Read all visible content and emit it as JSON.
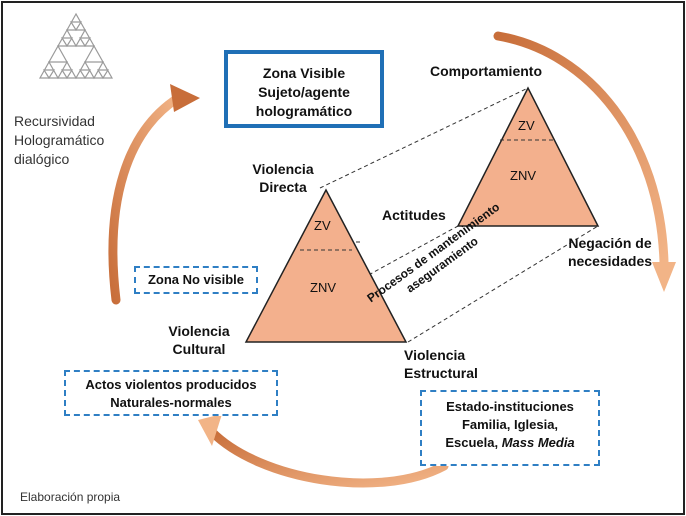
{
  "colors": {
    "triangle_fill": "#f3b08d",
    "arrow_gradient_start": "#c86e3a",
    "arrow_gradient_end": "#f2b487",
    "box_border": "#1f6fb6",
    "dashed_border": "#2f7fc4"
  },
  "icons": {
    "fractal": "sierpinski-triangle-icon"
  },
  "left_text": [
    "Recursividad",
    "Hologramático",
    "dialógico"
  ],
  "visible_zone_box": {
    "lines": [
      "Zona Visible",
      "Sujeto/agente",
      "hologramático"
    ]
  },
  "invisible_zone_box": {
    "text": "Zona No visible"
  },
  "acts_box": {
    "lines": [
      "Actos violentos producidos",
      "Naturales-normales"
    ]
  },
  "institutions_box": {
    "lines": [
      "Estado-instituciones",
      "Familia, Iglesia,",
      "Escuela, "
    ],
    "italic": "Mass Media"
  },
  "left_triangle": {
    "top_label": [
      "Violencia",
      "Directa"
    ],
    "bottom_left_label": [
      "Violencia",
      "Cultural"
    ],
    "bottom_right_label": [
      "Violencia",
      "Estructural"
    ],
    "upper_zone": "ZV",
    "lower_zone": "ZNV"
  },
  "right_triangle": {
    "top_label": "Comportamiento",
    "bottom_left_label": "Actitudes",
    "bottom_right_label": [
      "Negación de",
      "necesidades"
    ],
    "upper_zone": "ZV",
    "lower_zone": "ZNV"
  },
  "process_label": [
    "Procesos de mantenimiento",
    "aseguramiento"
  ],
  "footer": "Elaboración propia"
}
